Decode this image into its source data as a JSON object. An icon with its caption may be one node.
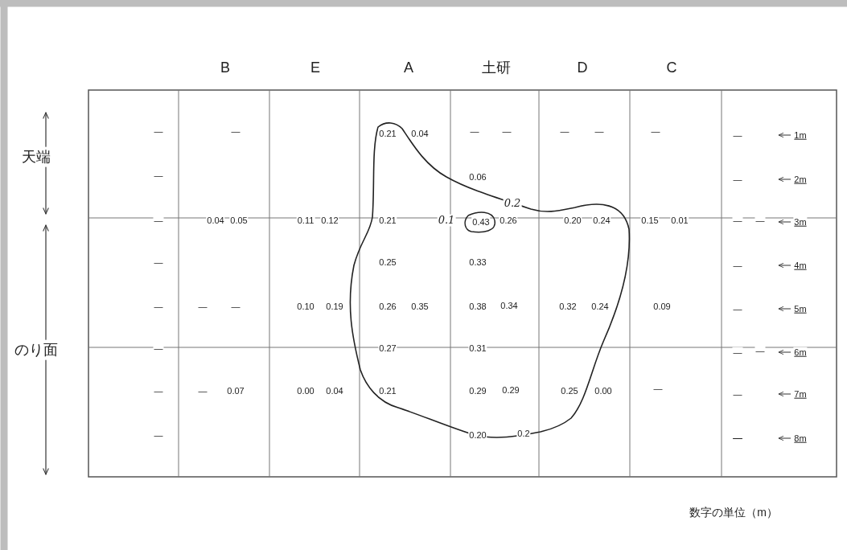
{
  "diagram": {
    "labels": [
      "B",
      "E",
      "A",
      "土研",
      "D",
      "C",
      "天端",
      "のり面",
      "—",
      "—",
      "0.21",
      "0.04",
      "—",
      "—",
      "—",
      "—",
      "—",
      "—",
      "1m",
      "—",
      "0.06",
      "—",
      "2m",
      "0.2",
      "—",
      "0.04",
      "0.05",
      "0.11",
      "0.12",
      "0.21",
      "0.1",
      "0.43",
      "0.26",
      "0.20",
      "0.24",
      "0.15",
      "0.01",
      "—",
      "—",
      "3m",
      "—",
      "0.25",
      "0.33",
      "—",
      "4m",
      "—",
      "—",
      "—",
      "0.10",
      "0.19",
      "0.26",
      "0.35",
      "0.38",
      "0.34",
      "0.32",
      "0.24",
      "0.09",
      "—",
      "5m",
      "—",
      "0.27",
      "0.31",
      "—",
      "—",
      "6m",
      "—",
      "—",
      "0.07",
      "0.00",
      "0.04",
      "0.21",
      "0.29",
      "0.29",
      "0.25",
      "0.00",
      "—",
      "—",
      "7m",
      "—",
      "0.20",
      "0.2",
      "—",
      "8m",
      "数字の単位（m）"
    ]
  }
}
